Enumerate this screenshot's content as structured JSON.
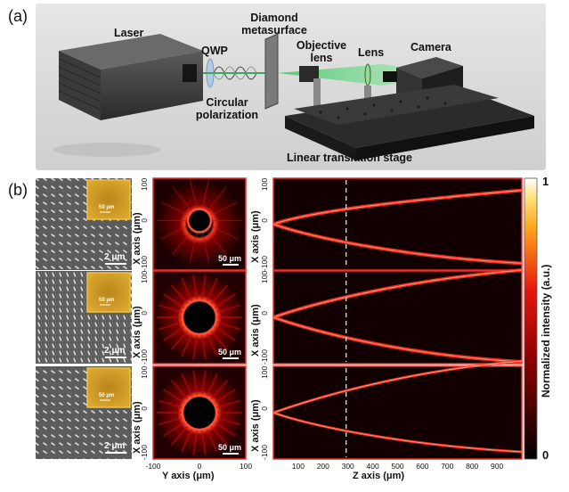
{
  "panel_a": {
    "tag": "(a)",
    "labels": {
      "laser": "Laser",
      "qwp": "QWP",
      "diamond": "Diamond\nmetasurface",
      "objective": "Objective\nlens",
      "lens": "Lens",
      "camera": "Camera",
      "circular": "Circular\npolarization",
      "stage": "Linear translation stage"
    }
  },
  "panel_b": {
    "tag": "(b)",
    "sem_scale": "2 μm",
    "inset_scale": "50 μm",
    "xy_scale": "50 μm",
    "xy_x_ticks": [
      "-100",
      "0",
      "100"
    ],
    "xy_y_ticks_row": [
      "100",
      "0",
      "-100"
    ],
    "xy_x_title": "Y axis (μm)",
    "xy_y_title": "X axis (μm)",
    "z_y_title": "X axis (μm)",
    "z_x_title": "Z axis (μm)",
    "z_y_ticks_row": [
      "100",
      "0",
      "-100"
    ],
    "z_x_ticks": [
      "100",
      "200",
      "300",
      "400",
      "500",
      "600",
      "700",
      "800",
      "900"
    ],
    "colorbar": {
      "title": "Normalized intensity (a.u.)",
      "max": "1",
      "min": "0"
    },
    "colors": {
      "hot_bright": "#ffffff",
      "hot_yellow": "#ffd84a",
      "hot_red": "#e4160f",
      "hot_dark": "#000000",
      "frame": "#e8302a",
      "inset_gold": "#d49b1f"
    }
  },
  "chart_data": {
    "type": "heatmap",
    "colorbar_range": [
      0,
      1
    ],
    "xy_axis_range_um": [
      -100,
      100
    ],
    "z_axis_range_um": [
      0,
      1000
    ],
    "dashed_marker_z_um": 300,
    "rows": 3
  }
}
